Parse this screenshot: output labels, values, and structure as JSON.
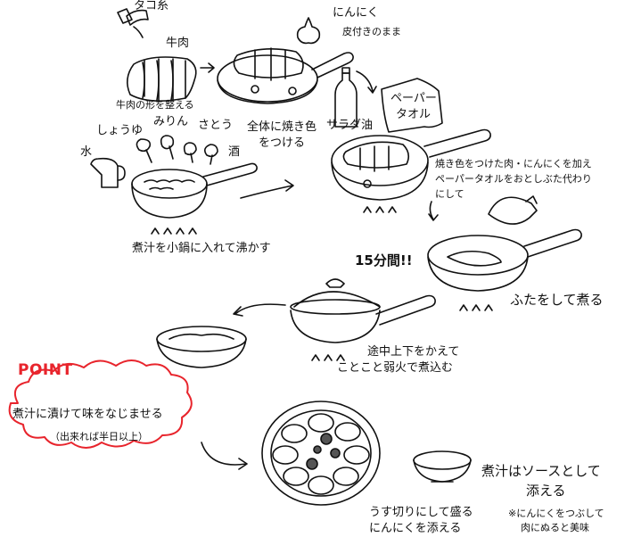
{
  "labels": {
    "string": "タコ糸",
    "beef": "牛肉",
    "shape_beef": "牛肉の形を整える",
    "garlic": "にんにく",
    "garlic_skin": "皮付きのまま",
    "brown_line1": "全体に焼き色",
    "brown_line2": "をつける",
    "salad_oil": "サラダ油",
    "paper_towel_line1": "ペーパー",
    "paper_towel_line2": "タオル",
    "soy_sauce": "しょうゆ",
    "mirin": "みりん",
    "sugar": "さとう",
    "sake": "酒",
    "water": "水",
    "boil_sauce": "煮汁を小鍋に入れて沸かす",
    "add_line1": "焼き色をつけた肉・にんにくを加え",
    "add_line2": "ペーパータオルをおとしぶた代わり",
    "add_line3": "にして",
    "fifteen_min": "15分間!!",
    "cover_simmer": "ふたをして煮る",
    "flip_line1": "途中上下をかえて",
    "flip_line2": "ことこと弱火で煮込む",
    "point_title": "POINT",
    "point_line1": "煮汁に漬けて味をなじませる",
    "point_line2": "（出来れば半日以上）",
    "plate_line1": "うす切りにして盛る",
    "plate_line2": "にんにくを添える",
    "sauce_line1": "煮汁はソースとして",
    "sauce_line2": "添える",
    "note_line1": "※にんにくをつぶして",
    "note_line2": "肉にぬると美味"
  },
  "colors": {
    "ink": "#111111",
    "accent": "#e8242c",
    "sauce": "#cfcfcf"
  }
}
